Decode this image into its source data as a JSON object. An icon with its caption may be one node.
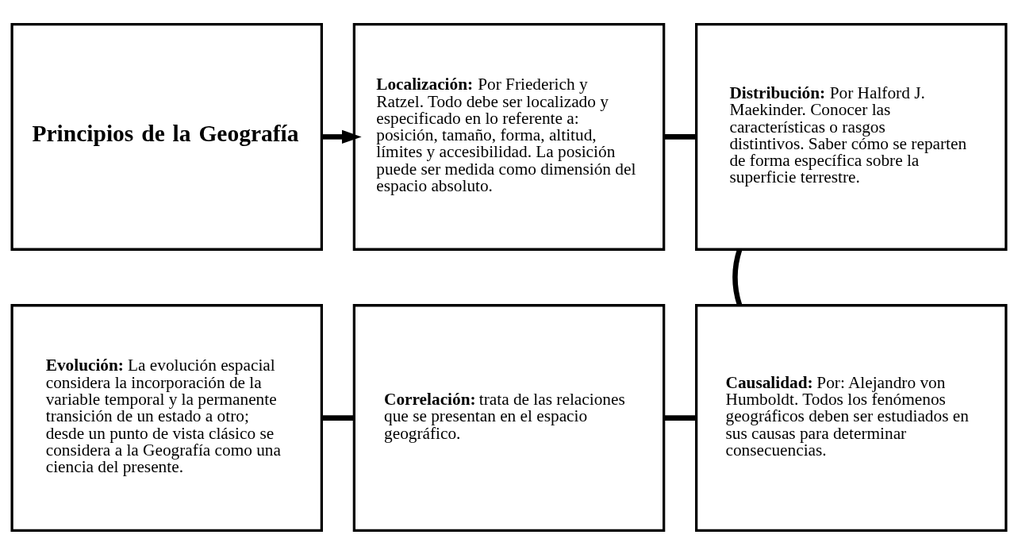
{
  "diagram": {
    "nodes": [
      {
        "text": [
          "**Principios de la Geografía**"
        ]
      },
      {
        "text": [
          "**Localización:** Por Friederich y Ratzel. Todo debe ser localizado y especificado en lo referente a: posición, tamaño, forma, altitud, límites y accesibilidad. La posición puede ser medida como dimensión del espacio absoluto."
        ]
      },
      {
        "text": [
          "**Distribución:** Por Halford J. Maekinder. Conocer las características o rasgos distintivos. Saber cómo se reparten de forma específica sobre la superficie terrestre."
        ]
      },
      {
        "text": [
          "**Causalidad:** Por: Alejandro von Humboldt. Todos los fenómenos geográficos deben ser estudiados en sus causas para determinar consecuencias."
        ]
      },
      {
        "text": [
          "**Correlación:** trata de las relaciones que se presentan en el espacio geográfico."
        ]
      },
      {
        "text": [
          "**Evolución:** La evolución espacial considera la incorporación de la variable temporal y la permanente transición de un estado a otro; desde un punto de vista clásico se considera a la Geografía como una ciencia del presente."
        ]
      }
    ],
    "edges": [
      {
        "from": 0,
        "to": 1,
        "arrow": "to"
      },
      {
        "from": 1,
        "to": 2,
        "arrow": "none"
      },
      {
        "from": 2,
        "to": 3,
        "arrow": "none"
      },
      {
        "from": 3,
        "to": 4,
        "arrow": "none"
      },
      {
        "from": 4,
        "to": 5,
        "arrow": "none"
      }
    ]
  }
}
